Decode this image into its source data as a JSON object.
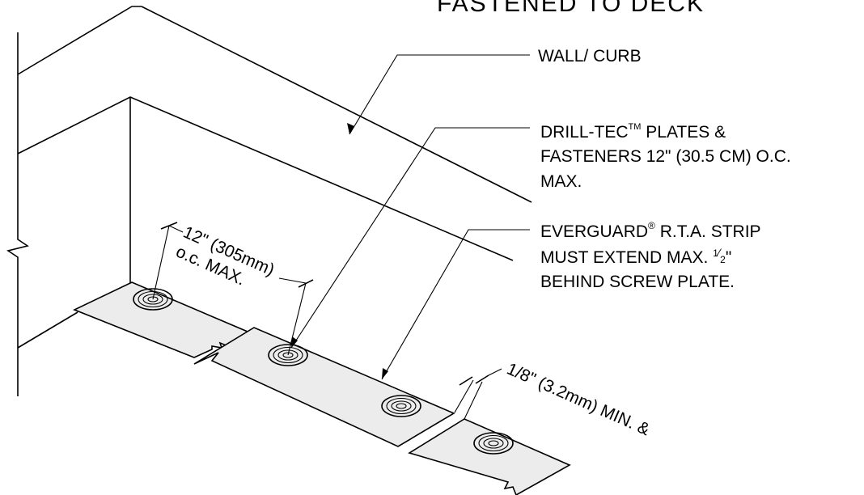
{
  "title": "FASTENED TO DECK",
  "labels": {
    "wall": "WALL/ CURB",
    "drill_line1": "DRILL-TEC",
    "drill_tm": "TM",
    "drill_line1_rest": " PLATES &",
    "drill_line2": "FASTENERS 12\" (30.5 CM) O.C.",
    "drill_line3": "MAX.",
    "ever_line1": "EVERGUARD",
    "ever_reg": "®",
    "ever_line1_rest": " R.T.A. STRIP",
    "ever_line2_pre": "MUST EXTEND MAX. ",
    "ever_half_num": "1",
    "ever_half_den": "2",
    "ever_line2_post": "\"",
    "ever_line3": "BEHIND SCREW PLATE."
  },
  "dimensions": {
    "spacing_line1": "12\" (305mm)",
    "spacing_line2": "o.c. MAX.",
    "gap": "1/8\" (3.2mm) MIN. &"
  },
  "colors": {
    "line": "#000000",
    "strip_fill": "#ececec",
    "background": "#ffffff"
  }
}
